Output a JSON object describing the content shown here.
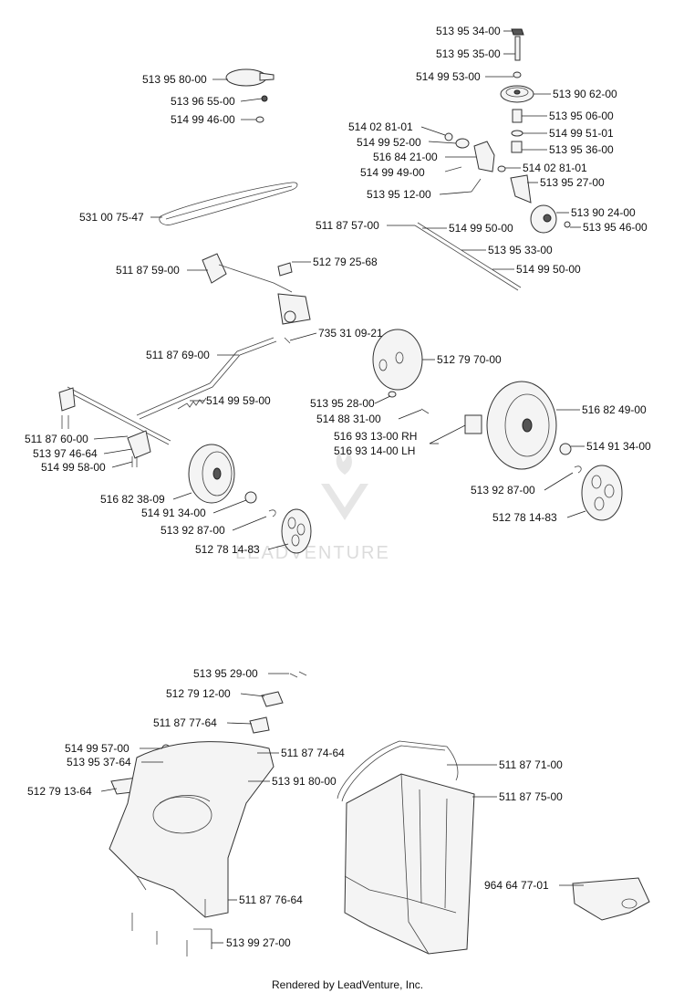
{
  "labels": {
    "l01": "513 95 34-00",
    "l02": "513 95 35-00",
    "l03": "514 99 53-00",
    "l04": "513 90 62-00",
    "l05": "513 95 06-00",
    "l06": "514 99 51-01",
    "l07": "513 95 36-00",
    "l08": "514 02 81-01",
    "l09": "514 99 52-00",
    "l10": "516 84 21-00",
    "l11": "514 99 49-00",
    "l12": "514 02 81-01",
    "l13": "513 95 27-00",
    "l14": "513 95 12-00",
    "l15": "513 90 24-00",
    "l16": "513 95 46-00",
    "l17": "513 95 80-00",
    "l18": "513 96 55-00",
    "l19": "514 99 46-00",
    "l20": "531 00 75-47",
    "l21": "511 87 57-00",
    "l22": "514 99 50-00",
    "l23": "513 95 33-00",
    "l24": "514 99 50-00",
    "l25": "511 87 59-00",
    "l26": "512 79 25-68",
    "l27": "735 31 09-21",
    "l28": "511 87 69-00",
    "l29": "512 79 70-00",
    "l30": "514 99 59-00",
    "l31": "513 95 28-00",
    "l32": "514 88 31-00",
    "l33": "516 82 49-00",
    "l34": "511 87 60-00",
    "l35": "513 97 46-64",
    "l36": "514 99 58-00",
    "l37": "516 93 13-00 RH",
    "l38": "516 93 14-00 LH",
    "l39": "514 91 34-00",
    "l40": "516 82 38-09",
    "l41": "514 91 34-00",
    "l42": "513 92 87-00",
    "l43": "512 78 14-83",
    "l44": "513 92 87-00",
    "l45": "512 78 14-83",
    "l46": "513 95 29-00",
    "l47": "512 79 12-00",
    "l48": "511 87 77-64",
    "l49": "514 99 57-00",
    "l50": "511 87 74-64",
    "l51": "513 95 37-64",
    "l52": "511 87 71-00",
    "l53": "513 91 80-00",
    "l54": "512 79 13-64",
    "l55": "511 87 75-00",
    "l56": "964 64 77-01",
    "l57": "511 87 76-64",
    "l58": "513 99 27-00"
  },
  "watermark": {
    "text": "LEADVENTURE"
  },
  "footer": {
    "text": "Rendered by LeadVenture, Inc."
  }
}
